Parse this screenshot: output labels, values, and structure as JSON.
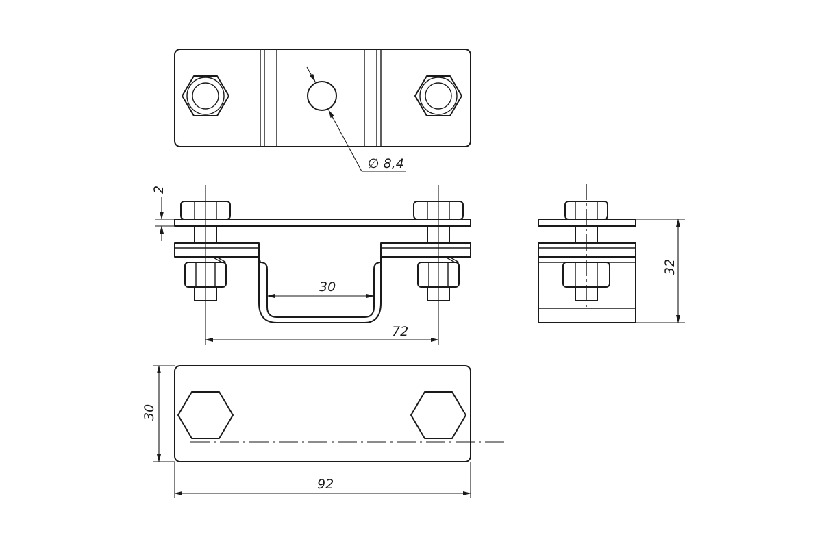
{
  "dimensions": {
    "hole_diameter": "∅ 8,4",
    "plate_thickness": "2",
    "channel_width": "30",
    "bolt_spacing": "72",
    "height": "32",
    "width": "30",
    "length": "92"
  },
  "colors": {
    "line": "#1a1a1a",
    "background": "#ffffff"
  }
}
